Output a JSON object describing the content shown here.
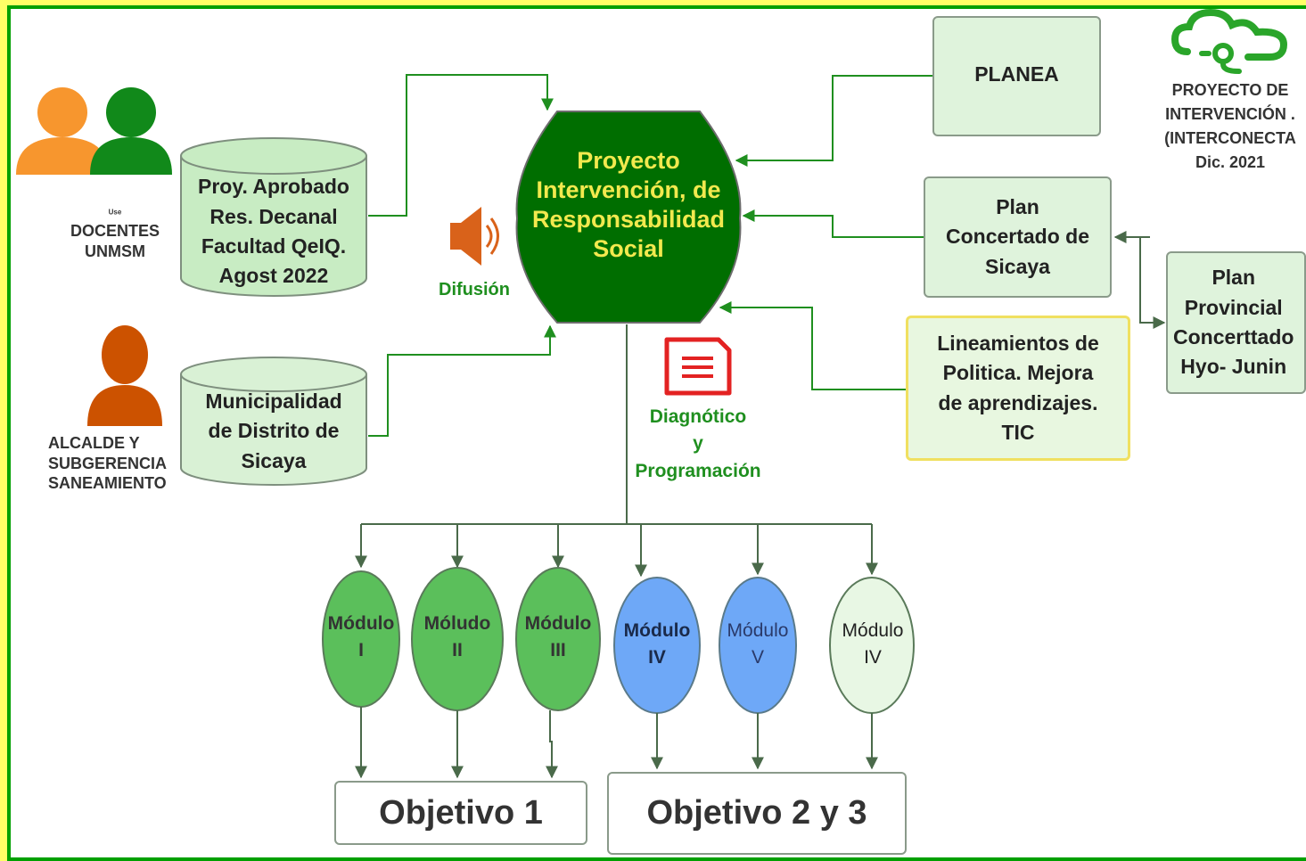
{
  "diagram": {
    "title_partial": "",
    "docentes_label": "DOCENTES\nUNMSM",
    "docentes_prefix": "Use",
    "alcalde_label": "ALCALDE Y\nSUBGERENCIA\nSANEAMIENTO",
    "cylinder_proyecto": "Proy. Aprobado\nRes. Decanal\nFacultad QeIQ.\nAgost 2022",
    "cylinder_municipalidad": "Municipalidad\nde Distrito de\nSicaya",
    "difusion_label": "Difusión",
    "center_label": "Proyecto\nIntervención, de\nResponsabilidad\nSocial",
    "diagnostico_label": "Diagnótico\ny\nProgramación",
    "planea_label": "PLANEA",
    "plan_concertado_label": "Plan\nConcertado de\nSicaya",
    "lineamientos_label": "Lineamientos de\nPolitica. Mejora\nde aprendizajes.\nTIC",
    "plan_provincial_label": "Plan\nProvincial\nConcerttado\nHyo- Junin",
    "proyecto_intervencion_label": "PROYECTO DE\nINTERVENCIÓN .\n(INTERCONECTA\nDic. 2021",
    "modules": [
      {
        "label": "Módulo\nI",
        "color": "#5bbf5b"
      },
      {
        "label": "Móludo\nII",
        "color": "#5bbf5b"
      },
      {
        "label": "Módulo\nIII",
        "color": "#5bbf5b"
      },
      {
        "label": "Módulo\nIV",
        "color": "#6ea8f7"
      },
      {
        "label": "Módulo\nV",
        "color": "#6ea8f7"
      },
      {
        "label": "Módulo\nIV",
        "color": "#e8f7e4"
      }
    ],
    "objetivo_1": "Objetivo 1",
    "objetivo_23": "Objetivo 2 y 3"
  },
  "colors": {
    "background": "#ffff66",
    "frame_border": "#00a000",
    "center_fill": "#006e00",
    "center_text": "#f2e94e",
    "light_green_fill": "#dff3dc",
    "connector": "#4a7a4a",
    "arrow_green": "#1f8f1f",
    "orange_person": "#f7962e",
    "green_person": "#11891a",
    "alcalde_person": "#cc5200",
    "speaker": "#d9621a",
    "doc_icon": "#e32222",
    "cloud_icon": "#2aa52a"
  }
}
